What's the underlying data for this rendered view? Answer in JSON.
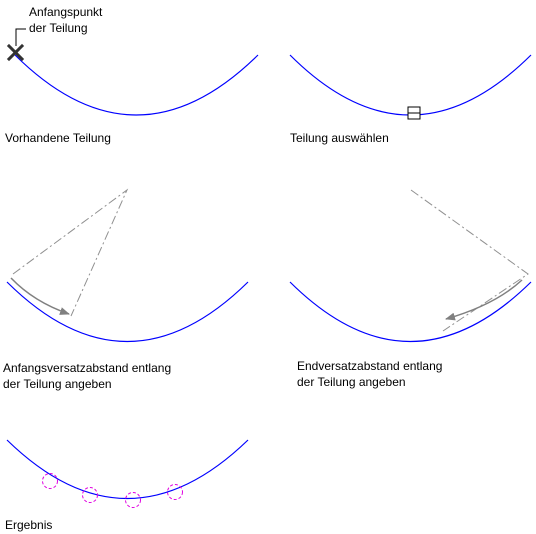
{
  "callout": {
    "line1": "Anfangspunkt",
    "line2": "der Teilung"
  },
  "panels": [
    {
      "id": "vorhandene-teilung",
      "caption_lines": [
        "Vorhandene Teilung"
      ]
    },
    {
      "id": "teilung-auswaehlen",
      "caption_lines": [
        "Teilung auswählen"
      ]
    },
    {
      "id": "anfangsversatz",
      "caption_lines": [
        "Anfangsversatzabstand entlang",
        "der Teilung angeben"
      ]
    },
    {
      "id": "endversatz",
      "caption_lines": [
        "Endversatzabstand entlang",
        "der Teilung angeben"
      ]
    },
    {
      "id": "ergebnis",
      "caption_lines": [
        "Ergebnis"
      ]
    }
  ],
  "colors": {
    "arc": "#0000ff",
    "construction": "#909090",
    "marker": "#e000e0",
    "text": "#000000"
  }
}
